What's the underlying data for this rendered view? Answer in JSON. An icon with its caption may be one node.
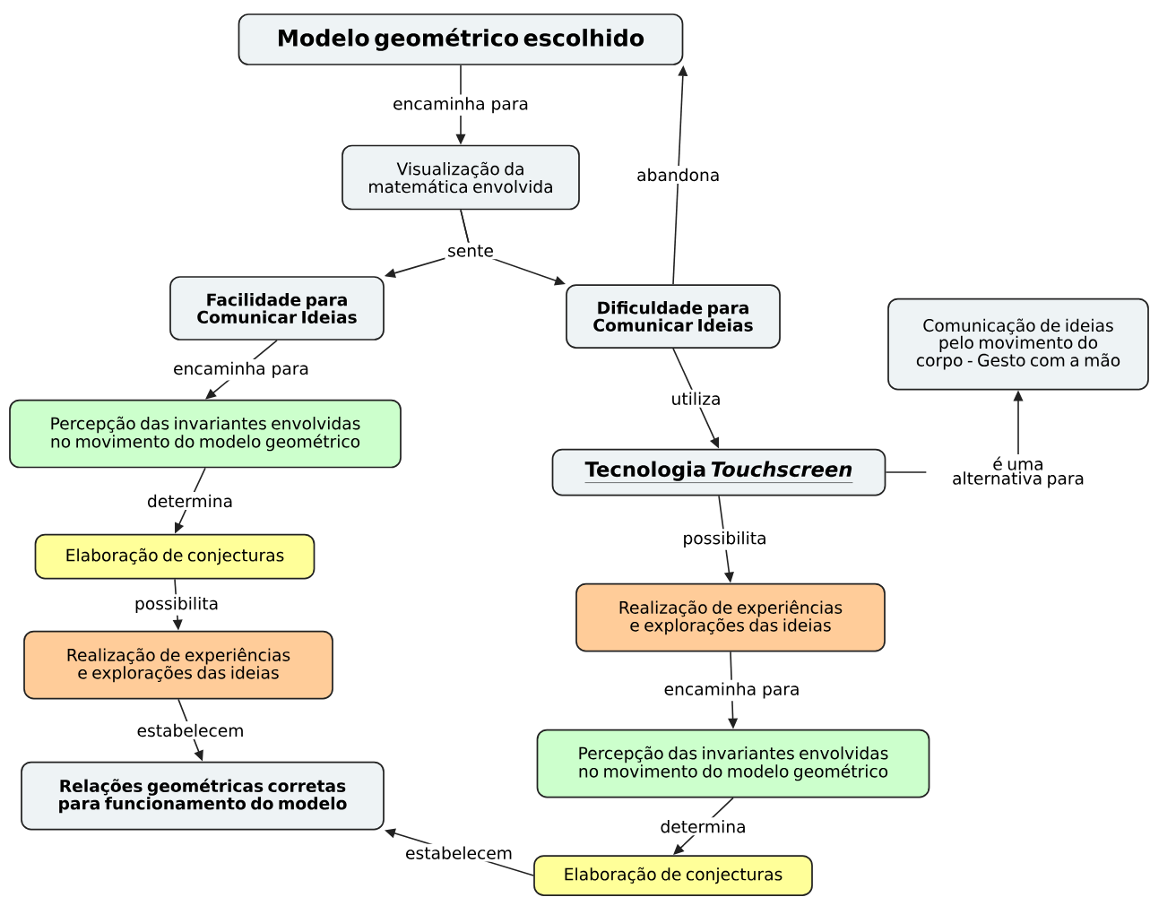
{
  "diagram": {
    "nodes": [
      {
        "text": [
          "Modelo geométrico escolhido"
        ]
      },
      {
        "text": [
          "Visualização da matemática envolvida"
        ]
      },
      {
        "text": [
          "Facilidade para Comunicar Ideias"
        ]
      },
      {
        "text": [
          "Dificuldade para Comunicar Ideias"
        ]
      },
      {
        "text": [
          "Comunicação de ideias pelo movimento do corpo - Gesto com a mão"
        ]
      },
      {
        "text": [
          "Percepção das invariantes envolvidas no movimento do modelo geométrico"
        ]
      },
      {
        "text": [
          "Tecnologia *Touchscreen*"
        ]
      },
      {
        "text": [
          "Elaboração de conjecturas"
        ]
      },
      {
        "text": [
          "Realização de experiências e explorações das ideias"
        ]
      },
      {
        "text": [
          "Realização de experiências e explorações das ideias"
        ]
      },
      {
        "text": [
          "Percepção das invariantes envolvidas no movimento do modelo geométrico"
        ]
      },
      {
        "text": [
          "Relações geométricas corretas para funcionamento do modelo"
        ]
      },
      {
        "text": [
          "Elaboração de conjecturas"
        ]
      }
    ],
    "edges": [
      {
        "from": 0,
        "to": 1,
        "arrow": "to",
        "label": "encaminha para"
      },
      {
        "from": 1,
        "to": 2,
        "arrow": "to",
        "label": "sente"
      },
      {
        "from": 1,
        "to": 3,
        "arrow": "to"
      },
      {
        "from": 3,
        "to": 0,
        "arrow": "to",
        "label": "abandona"
      },
      {
        "from": 2,
        "to": 5,
        "arrow": "to",
        "label": "encaminha para"
      },
      {
        "from": 3,
        "to": 6,
        "arrow": "to",
        "label": "utiliza"
      },
      {
        "from": 6,
        "to": 4,
        "arrow": "to",
        "label": "é uma alternativa para"
      },
      {
        "from": 5,
        "to": 7,
        "arrow": "to",
        "label": "determina"
      },
      {
        "from": 6,
        "to": 8,
        "arrow": "to",
        "label": "possibilita"
      },
      {
        "from": 7,
        "to": 9,
        "arrow": "to",
        "label": "possibilita"
      },
      {
        "from": 9,
        "to": 11,
        "arrow": "to",
        "label": "estabelecem"
      },
      {
        "from": 8,
        "to": 10,
        "arrow": "to",
        "label": "encaminha para"
      },
      {
        "from": 10,
        "to": 12,
        "arrow": "to",
        "label": "determina"
      },
      {
        "from": 12,
        "to": 11,
        "arrow": "to",
        "label": "estabelecem"
      }
    ]
  }
}
